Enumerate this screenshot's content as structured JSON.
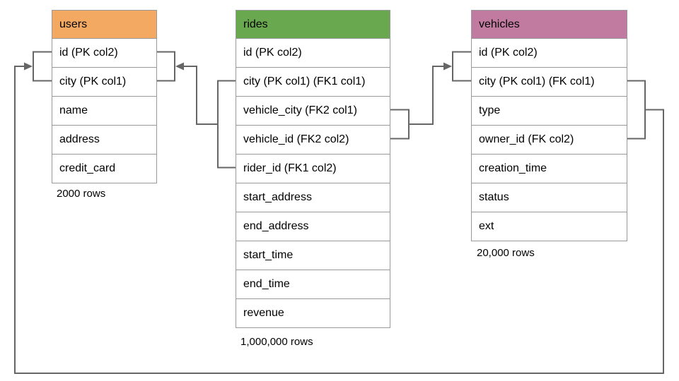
{
  "diagram": {
    "tables": [
      {
        "name": "users",
        "header_color": "#F4A963",
        "columns": [
          "id (PK col2)",
          "city (PK col1)",
          "name",
          "address",
          "credit_card"
        ],
        "row_count_label": "2000 rows"
      },
      {
        "name": "rides",
        "header_color": "#6AA84F",
        "columns": [
          "id (PK col2)",
          "city (PK col1) (FK1 col1)",
          "vehicle_city (FK2 col1)",
          "vehicle_id (FK2 col2)",
          "rider_id (FK1 col2)",
          "start_address",
          "end_address",
          "start_time",
          "end_time",
          "revenue"
        ],
        "row_count_label": "1,000,000 rows"
      },
      {
        "name": "vehicles",
        "header_color": "#C27BA0",
        "columns": [
          "id (PK col2)",
          "city (PK col1) (FK col1)",
          "type",
          "owner_id (FK col2)",
          "creation_time",
          "status",
          "ext"
        ],
        "row_count_label": "20,000 rows"
      }
    ],
    "relationships": [
      {
        "name": "FK1",
        "from": "rides (city, rider_id)",
        "to": "users (id, city)"
      },
      {
        "name": "FK2",
        "from": "rides (vehicle_city, vehicle_id)",
        "to": "vehicles (id, city)"
      },
      {
        "name": "FK",
        "from": "vehicles (city, owner_id)",
        "to": "users (id, city)"
      }
    ],
    "colors": {
      "connector": "#666666",
      "border": "#999999",
      "background": "#FFFFFF",
      "text": "#000000"
    }
  }
}
